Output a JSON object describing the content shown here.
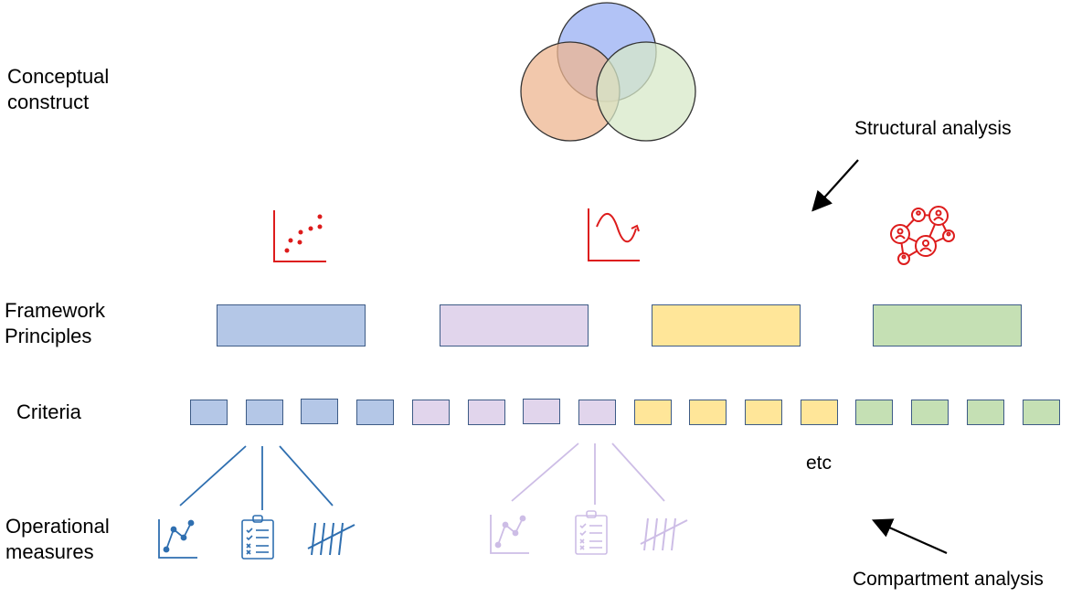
{
  "labels": {
    "conceptual_line1": "Conceptual",
    "conceptual_line2": "construct",
    "framework_line1": "Framework",
    "framework_line2": "Principles",
    "criteria": "Criteria",
    "operational_line1": "Operational",
    "operational_line2": "measures",
    "structural_analysis": "Structural analysis",
    "compartment_analysis": "Compartment analysis",
    "etc": "etc"
  },
  "colors": {
    "blue": "#b4c7e7",
    "purple": "#e1d5ec",
    "yellow": "#ffe699",
    "green": "#c5e0b4",
    "box_border": "#3d5b86",
    "venn_blue": "#a5b8f5",
    "venn_orange": "#eeb590",
    "venn_green": "#d7e8c8",
    "icon_red": "#dd1c1c",
    "measure_blue": "#2f6fb0",
    "measure_purple": "#cdbde6"
  },
  "framework_principles": [
    {
      "color": "blue"
    },
    {
      "color": "purple"
    },
    {
      "color": "yellow"
    },
    {
      "color": "green"
    }
  ],
  "criteria": [
    "blue",
    "blue",
    "blue",
    "blue",
    "purple",
    "purple",
    "purple",
    "purple",
    "yellow",
    "yellow",
    "yellow",
    "yellow",
    "green",
    "green",
    "green",
    "green"
  ],
  "icons": {
    "analysis_methods": [
      "scatter-plot-icon",
      "wave-chart-icon",
      "network-people-icon"
    ],
    "measures": [
      "line-graph-icon",
      "checklist-clipboard-icon",
      "tally-marks-icon"
    ]
  }
}
